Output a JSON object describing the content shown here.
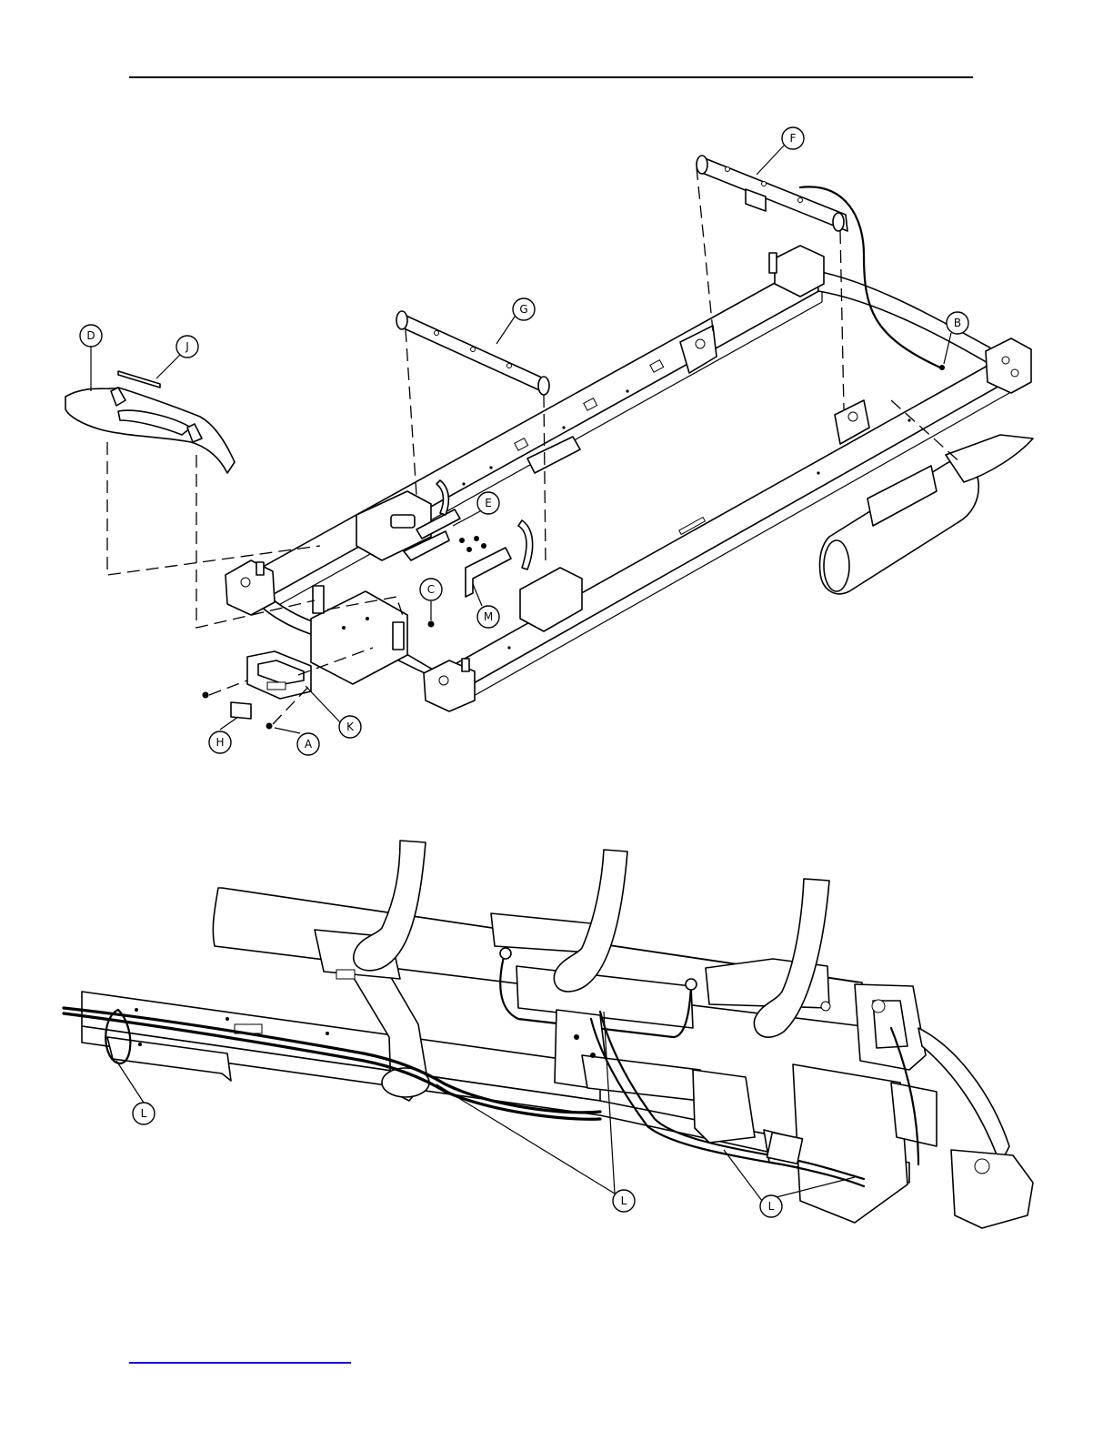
{
  "colors": {
    "line": "#000000",
    "paper": "#ffffff",
    "link_rule": "#0000ee"
  },
  "upper_diagram": {
    "callouts": [
      {
        "id": "callout-f",
        "label": "F"
      },
      {
        "id": "callout-g",
        "label": "G"
      },
      {
        "id": "callout-d",
        "label": "D"
      },
      {
        "id": "callout-j",
        "label": "J"
      },
      {
        "id": "callout-b",
        "label": "B"
      },
      {
        "id": "callout-e",
        "label": "E"
      },
      {
        "id": "callout-c",
        "label": "C"
      },
      {
        "id": "callout-m",
        "label": "M"
      },
      {
        "id": "callout-k",
        "label": "K"
      },
      {
        "id": "callout-h",
        "label": "H"
      },
      {
        "id": "callout-a",
        "label": "A"
      }
    ]
  },
  "lower_diagram": {
    "callouts": [
      {
        "id": "callout-l-left",
        "label": "L"
      },
      {
        "id": "callout-l-center",
        "label": "L"
      },
      {
        "id": "callout-l-right",
        "label": "L"
      }
    ]
  }
}
